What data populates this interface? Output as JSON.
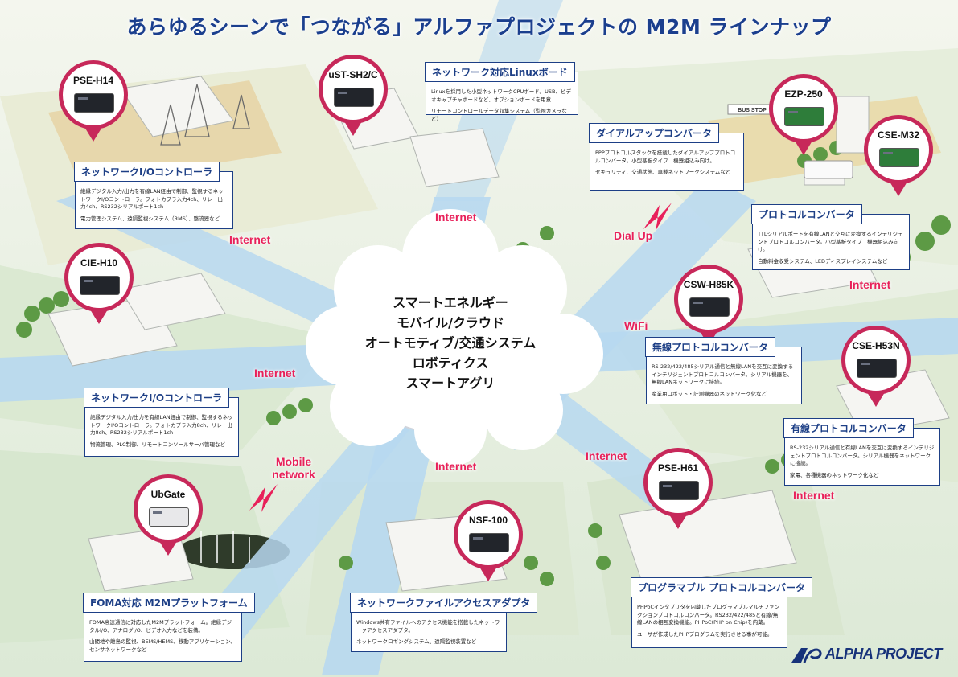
{
  "title": "あらゆるシーンで「つながる」アルファプロジェクトの M2M ラインナップ",
  "cloud": {
    "lines": [
      "スマートエネルギー",
      "モバイル/クラウド",
      "オートモティブ/交通システム",
      "ロボティクス",
      "スマートアグリ"
    ]
  },
  "connections": {
    "internet_1": "Internet",
    "internet_2": "Internet",
    "internet_3": "Internet",
    "internet_4": "Internet",
    "internet_5": "Internet",
    "internet_6": "Internet",
    "internet_7": "Internet",
    "dialup": "Dial Up",
    "wifi": "WiFi",
    "mobile": "Mobile network"
  },
  "products": {
    "pse_h14": {
      "name": "PSE-H14",
      "title": "ネットワークI/Oコントローラ",
      "desc1": "絶縁デジタル入力/出力を有線LAN経由で制御、監視するネットワークI/Oコントローラ。フォトカプラ入力4ch、リレー出力4ch、RS232シリアルポート1ch",
      "desc2": "電力管理システム、遠隔監視システム（RMS）、整流器など"
    },
    "ust_sh2": {
      "name": "uST-SH2/C",
      "title": "ネットワーク対応Linuxボード",
      "desc1": "Linuxを採用した小型ネットワークCPUボード。USB、ビデオキャプチャボードなど、オプションボードを用意",
      "desc2": "リモートコントロールデータ収集システム（監視カメラなど）"
    },
    "ezp_250": {
      "name": "EZP-250",
      "title": "ダイアルアップコンバータ",
      "desc1": "PPPプロトコルスタックを搭載したダイアルアッププロトコルコンバータ。小型基板タイプ　機器組込み向け。",
      "desc2": "セキュリティ、交通状態、車載ネットワークシステムなど"
    },
    "cse_m32": {
      "name": "CSE-M32",
      "title": "プロトコルコンバータ",
      "desc1": "TTLシリアルポートを有線LANと交互に変換するインテリジェントプロトコルコンバータ。小型基板タイプ　機器組込み向け。",
      "desc2": "自動料金収受システム、LEDディスプレイシステムなど"
    },
    "cie_h10": {
      "name": "CIE-H10",
      "title": "ネットワークI/Oコントローラ",
      "desc1": "絶縁デジタル入力/出力を有線LAN経由で制御、監視するネットワークI/Oコントローラ。フォトカプラ入力8ch、リレー出力8ch、RS232シリアルポート1ch",
      "desc2": "物流管理、PLC制御、リモートコンソールサーバ管理など"
    },
    "csw_h85k": {
      "name": "CSW-H85K",
      "title": "無線プロトコルコンバータ",
      "desc1": "RS-232/422/485シリアル通信と無線LANを交互に変換するインテリジェントプロトコルコンバータ。シリアル機器を、無線LANネットワークに接続。",
      "desc2": "産業用ロボット・計測機器のネットワーク化など"
    },
    "cse_h53n": {
      "name": "CSE-H53N",
      "title": "有線プロトコルコンバータ",
      "desc1": "RS-232シリアル通信と有線LANを交互に変換するインテリジェントプロトコルコンバータ。シリアル機器をネットワークに接続。",
      "desc2": "家電、各種機器のネットワーク化など"
    },
    "ubgate": {
      "name": "UbGate",
      "title": "FOMA対応 M2Mプラットフォーム",
      "desc1": "FOMA高速通信に対応したM2Mプラットフォーム。絶縁デジタルI/O、アナログI/O、ビデオ入力などを装備。",
      "desc2": "山間地や離島の監視、BEMS/HEMS、移動アプリケーション、センサネットワークなど"
    },
    "nsf_100": {
      "name": "NSF-100",
      "title": "ネットワークファイルアクセスアダプタ",
      "desc1": "Windows共有ファイルへのアクセス機能を搭載したネットワークアクセスアダプタ。",
      "desc2": "ネットワークロギングシステム、遠隔監視装置など"
    },
    "pse_h61": {
      "name": "PSE-H61",
      "title": "プログラマブル プロトコルコンバータ",
      "desc1": "PHPoCインタプリタを内蔵したプログラマブルマルチファンクションプロトコルコンバータ。RS232/422/485と有線/無線LANの相互変換機能。PHPoC(PHP on Chip)を内蔵。",
      "desc2": "ユーザが作成したPHPプログラムを実行させる事が可能。"
    }
  },
  "scene_labels": {
    "bus_stop": "BUS STOP"
  },
  "logo": "ALPHA PROJECT",
  "colors": {
    "accent": "#c7285a",
    "brand": "#1d3f86",
    "road": "#b9d9f0"
  }
}
